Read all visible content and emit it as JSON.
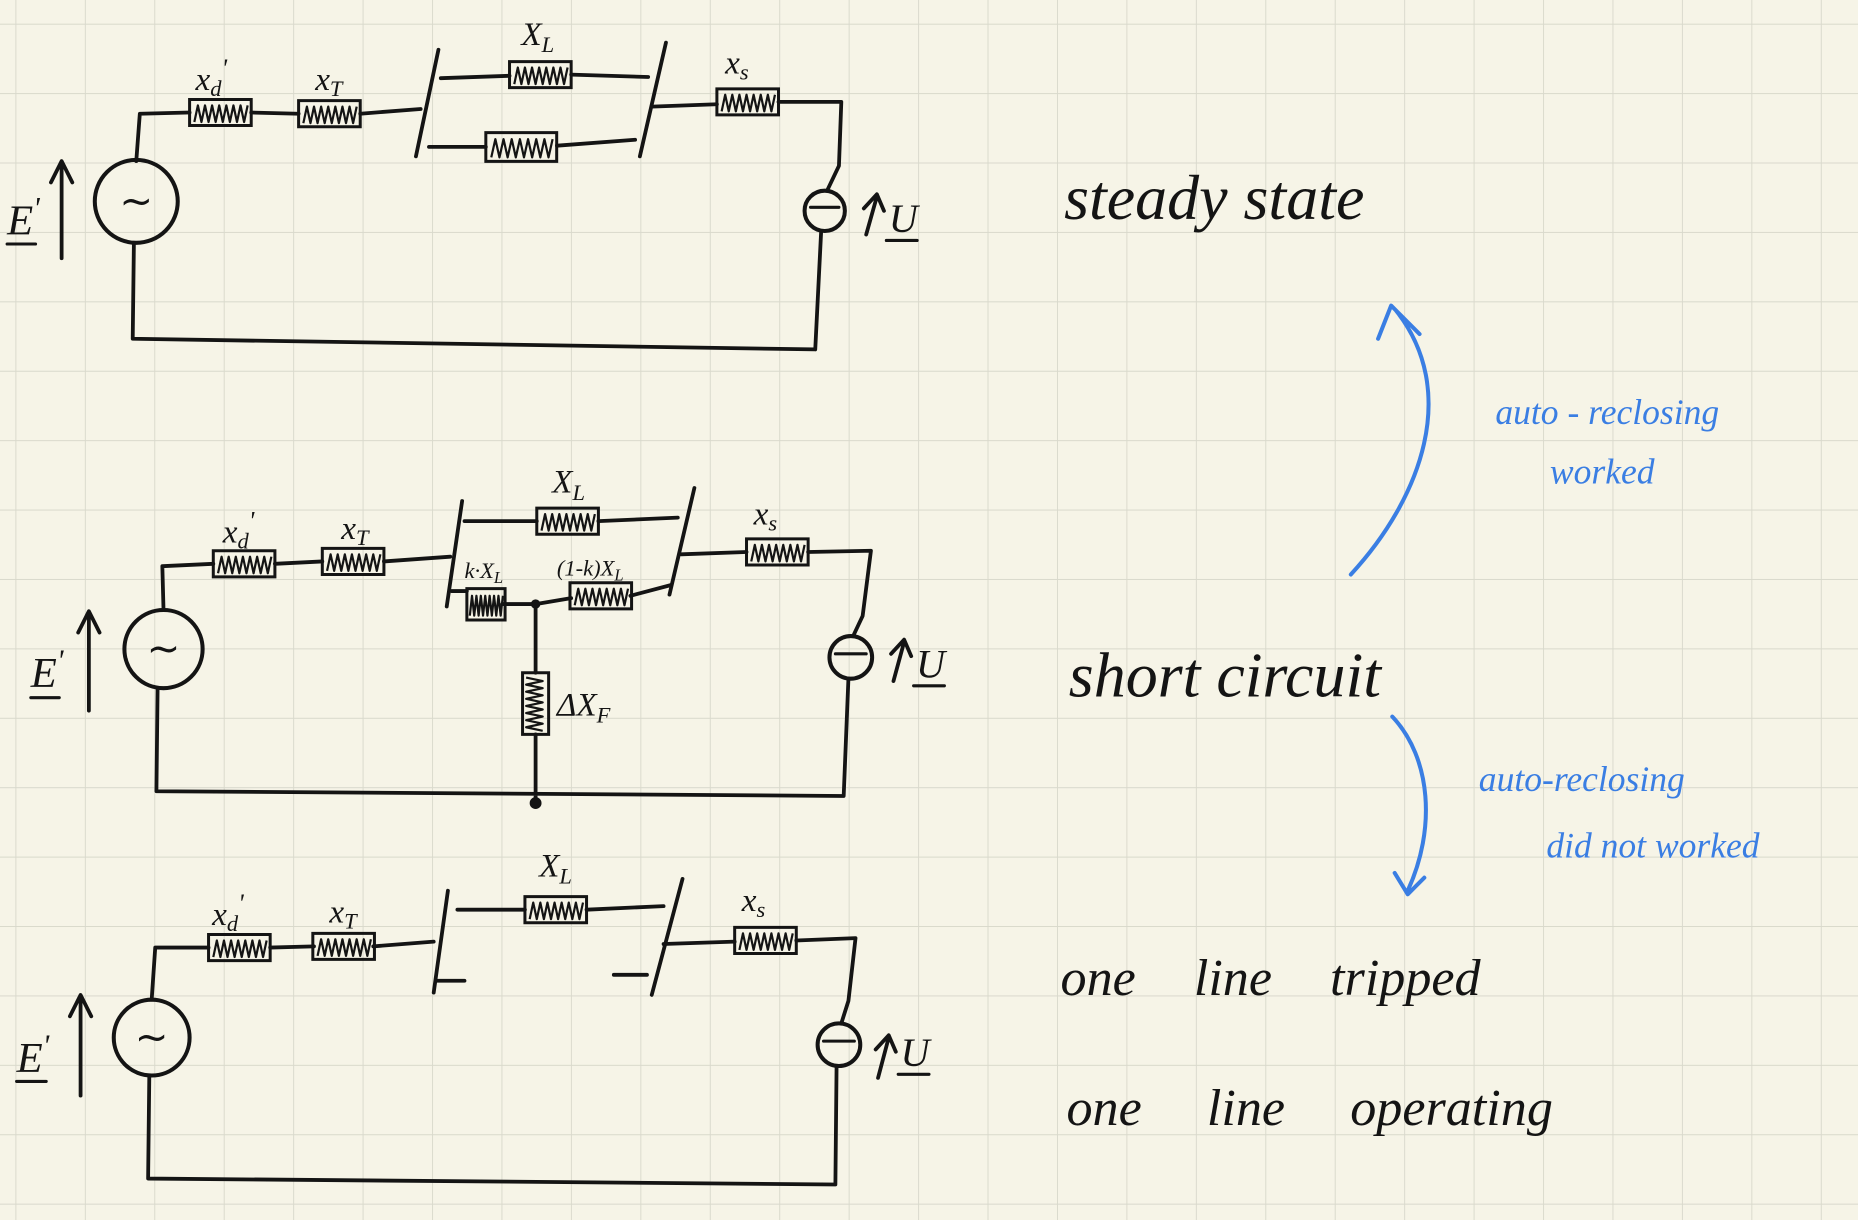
{
  "colors": {
    "paper": "#f6f4e7",
    "grid": "#d9d9cc",
    "ink": "#141414",
    "annotation": "#3a7ee3"
  },
  "icons": {
    "generator": "ac-source-icon",
    "network": "voltage-source-icon",
    "reactance": "resistor-icon",
    "breaker": "circuit-breaker-icon",
    "direction": "arrow-icon"
  },
  "circuits": [
    {
      "source_symbol": "~",
      "emf": {
        "main": "E",
        "sup": "'"
      },
      "voltage": "U",
      "xd": {
        "main": "x",
        "sub": "d",
        "sup": "'"
      },
      "xT": {
        "main": "x",
        "sub": "T"
      },
      "xL": {
        "main": "X",
        "sub": "L"
      },
      "xS": {
        "main": "x",
        "sub": "s"
      }
    },
    {
      "source_symbol": "~",
      "emf": {
        "main": "E",
        "sup": "'"
      },
      "voltage": "U",
      "xd": {
        "main": "x",
        "sub": "d",
        "sup": "'"
      },
      "xT": {
        "main": "x",
        "sub": "T"
      },
      "xL": {
        "main": "X",
        "sub": "L"
      },
      "xS": {
        "main": "x",
        "sub": "s"
      },
      "kxL": {
        "main": "k·X",
        "sub": "L"
      },
      "rest_xL": {
        "main": "(1-k)X",
        "sub": "L"
      },
      "dxF": {
        "main": "ΔX",
        "sub": "F"
      }
    },
    {
      "source_symbol": "~",
      "emf": {
        "main": "E",
        "sup": "'"
      },
      "voltage": "U",
      "xd": {
        "main": "x",
        "sub": "d",
        "sup": "'"
      },
      "xT": {
        "main": "x",
        "sub": "T"
      },
      "xL": {
        "main": "X",
        "sub": "L"
      },
      "xS": {
        "main": "x",
        "sub": "s"
      }
    }
  ],
  "states": {
    "steady": "steady state",
    "short": "short circuit",
    "tripped": [
      "one line tripped",
      "one line operating"
    ]
  },
  "annotations": [
    {
      "lines": [
        "auto - reclosing",
        "worked"
      ]
    },
    {
      "lines": [
        "auto-reclosing",
        "did not worked"
      ]
    }
  ]
}
